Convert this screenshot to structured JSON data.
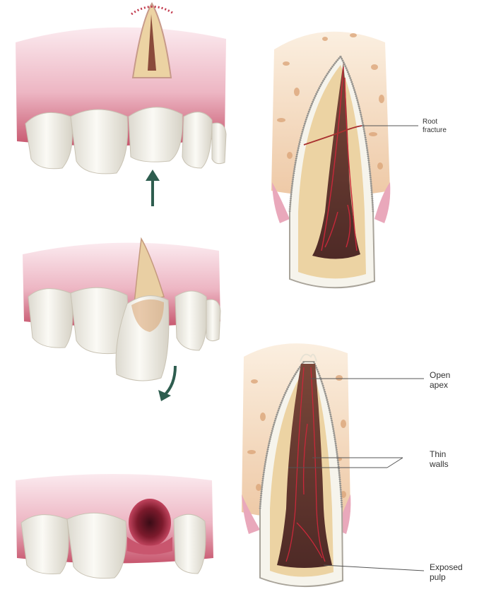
{
  "labels": {
    "root_fracture": [
      "Root",
      "fracture"
    ],
    "open_apex": [
      "Open",
      "apex"
    ],
    "thin_walls": [
      "Thin",
      "walls"
    ],
    "exposed_pulp": [
      "Exposed",
      "pulp"
    ]
  },
  "colors": {
    "gum": "#e7a7b6",
    "gum_dark": "#b9435c",
    "enamel": "#f4f2ea",
    "dentin": "#ecd3a3",
    "bone": "#f3dcc0",
    "pulp": "#6b3b33",
    "vessel": "#c8283a",
    "arrow": "#2e5d4f",
    "leader": "#555555"
  },
  "icons": [
    "up-arrow-icon",
    "curved-arrow-icon"
  ]
}
